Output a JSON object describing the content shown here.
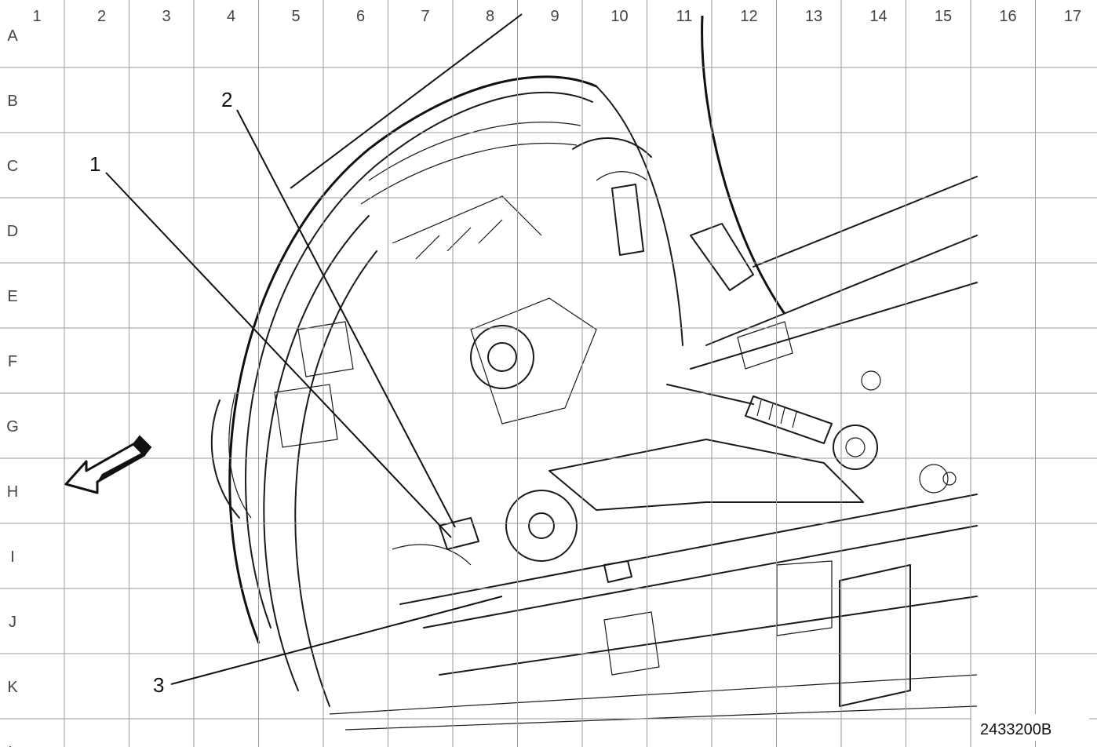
{
  "grid": {
    "columns": [
      "1",
      "2",
      "3",
      "4",
      "5",
      "6",
      "7",
      "8",
      "9",
      "10",
      "11",
      "12",
      "13",
      "14",
      "15",
      "16",
      "17"
    ],
    "rows": [
      "A",
      "B",
      "C",
      "D",
      "E",
      "F",
      "G",
      "H",
      "I",
      "J",
      "K",
      "L"
    ]
  },
  "callouts": [
    {
      "label": "1"
    },
    {
      "label": "2"
    },
    {
      "label": "3"
    }
  ],
  "figure_id": "2433200B",
  "icons": {
    "direction_arrow": "front-direction-arrow-icon"
  }
}
